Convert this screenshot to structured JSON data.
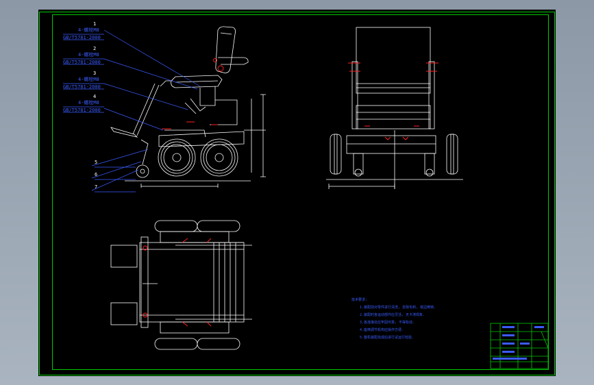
{
  "drawing": {
    "part_callouts": [
      {
        "num": "1",
        "qty_name": "4-螺栓M8",
        "standard": "GB/T5781-2000"
      },
      {
        "num": "2",
        "qty_name": "4-螺栓M8",
        "standard": "GB/T5781-2000"
      },
      {
        "num": "3",
        "qty_name": "4-螺栓M8",
        "standard": "GB/T5781-2000"
      },
      {
        "num": "4",
        "qty_name": "4-螺栓M8",
        "standard": "GB/T5781-2000"
      }
    ],
    "lower_callouts": [
      "5",
      "6",
      "7"
    ],
    "notes": {
      "title": "技术要求:",
      "lines": [
        "1.装配前对零件进行清洗, 去除毛刺, 锐边倒钝.",
        "2.装配时各运动部件应灵活, 无卡滞现象.",
        "3.各连接处应牢固可靠, 不得松动.",
        "4.座椅调节机构应操作方便.",
        "5.整机装配完成后进行试运行检验."
      ]
    },
    "colors": {
      "background": "#000000",
      "frame": "#00cc00",
      "geometry": "#ffffff",
      "annotation": "#3a5cff",
      "centerline": "#ff2020"
    }
  }
}
